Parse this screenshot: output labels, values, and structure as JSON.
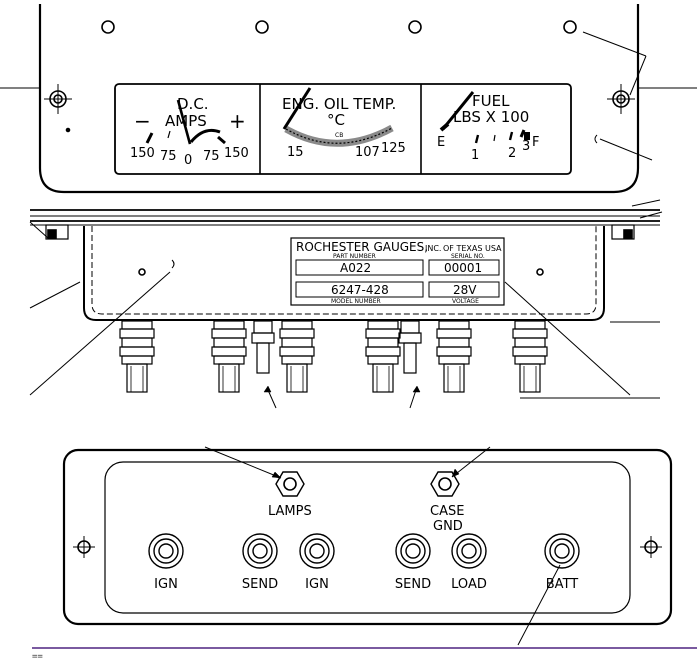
{
  "gauges": {
    "amps": {
      "title_1": "D.C.",
      "title_2": "AMPS",
      "minus": "−",
      "plus": "+",
      "ticks": [
        "150",
        "75",
        "0",
        "75",
        "150"
      ]
    },
    "oil": {
      "title_1": "ENG. OIL TEMP.",
      "title_2": "°C",
      "ticks": [
        "15",
        "107",
        "125"
      ],
      "mid_mark": "CB"
    },
    "fuel": {
      "title_1": "FUEL",
      "title_2": "LBS X 100",
      "ticks": [
        "E",
        "1",
        "2",
        "3",
        "F"
      ]
    }
  },
  "nameplate": {
    "maker": "ROCHESTER GAUGES,",
    "maker_suffix": "INC.",
    "location": "OF TEXAS USA",
    "part_number_label": "PART NUMBER",
    "serial_label": "SERIAL NO.",
    "part_number": "A022",
    "serial": "00001",
    "model_number": "6247-428",
    "model_label": "MODEL NUMBER",
    "voltage": "28V",
    "voltage_label": "VOLTAGE"
  },
  "terminals": {
    "lamps": "LAMPS",
    "case_1": "CASE",
    "case_2": "GND",
    "posts": [
      "IGN",
      "SEND",
      "IGN",
      "SEND",
      "LOAD",
      "BATT"
    ]
  },
  "footer": "=="
}
